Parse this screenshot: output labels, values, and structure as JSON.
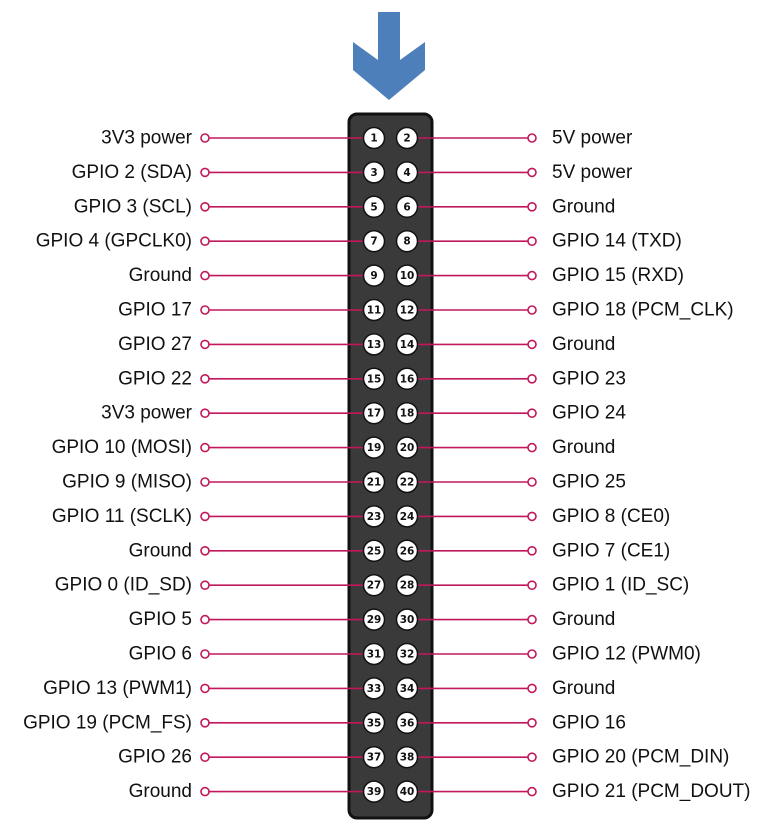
{
  "colors": {
    "arrow": "#4d7fba",
    "header_body": "#3a3a3a",
    "header_border": "#111111",
    "wire": "#c2185b",
    "pin_fill": "#ffffff",
    "text": "#111111"
  },
  "icons": {
    "orientation": "arrow-down-icon"
  },
  "pins": [
    {
      "pin": "1",
      "label": "3V3 power"
    },
    {
      "pin": "2",
      "label": "5V power"
    },
    {
      "pin": "3",
      "label": "GPIO 2 (SDA)"
    },
    {
      "pin": "4",
      "label": "5V power"
    },
    {
      "pin": "5",
      "label": "GPIO 3 (SCL)"
    },
    {
      "pin": "6",
      "label": "Ground"
    },
    {
      "pin": "7",
      "label": "GPIO 4 (GPCLK0)"
    },
    {
      "pin": "8",
      "label": "GPIO 14 (TXD)"
    },
    {
      "pin": "9",
      "label": "Ground"
    },
    {
      "pin": "10",
      "label": "GPIO 15 (RXD)"
    },
    {
      "pin": "11",
      "label": "GPIO 17"
    },
    {
      "pin": "12",
      "label": "GPIO 18 (PCM_CLK)"
    },
    {
      "pin": "13",
      "label": "GPIO 27"
    },
    {
      "pin": "14",
      "label": "Ground"
    },
    {
      "pin": "15",
      "label": "GPIO 22"
    },
    {
      "pin": "16",
      "label": "GPIO 23"
    },
    {
      "pin": "17",
      "label": "3V3 power"
    },
    {
      "pin": "18",
      "label": "GPIO 24"
    },
    {
      "pin": "19",
      "label": "GPIO 10 (MOSI)"
    },
    {
      "pin": "20",
      "label": "Ground"
    },
    {
      "pin": "21",
      "label": "GPIO 9 (MISO)"
    },
    {
      "pin": "22",
      "label": "GPIO 25"
    },
    {
      "pin": "23",
      "label": "GPIO 11 (SCLK)"
    },
    {
      "pin": "24",
      "label": "GPIO 8 (CE0)"
    },
    {
      "pin": "25",
      "label": "Ground"
    },
    {
      "pin": "26",
      "label": "GPIO 7 (CE1)"
    },
    {
      "pin": "27",
      "label": "GPIO 0 (ID_SD)"
    },
    {
      "pin": "28",
      "label": "GPIO 1 (ID_SC)"
    },
    {
      "pin": "29",
      "label": "GPIO 5"
    },
    {
      "pin": "30",
      "label": "Ground"
    },
    {
      "pin": "31",
      "label": "GPIO 6"
    },
    {
      "pin": "32",
      "label": "GPIO 12 (PWM0)"
    },
    {
      "pin": "33",
      "label": "GPIO 13 (PWM1)"
    },
    {
      "pin": "34",
      "label": "Ground"
    },
    {
      "pin": "35",
      "label": "GPIO 19 (PCM_FS)"
    },
    {
      "pin": "36",
      "label": "GPIO 16"
    },
    {
      "pin": "37",
      "label": "GPIO 26"
    },
    {
      "pin": "38",
      "label": "GPIO 20 (PCM_DIN)"
    },
    {
      "pin": "39",
      "label": "Ground"
    },
    {
      "pin": "40",
      "label": "GPIO 21 (PCM_DOUT)"
    }
  ]
}
